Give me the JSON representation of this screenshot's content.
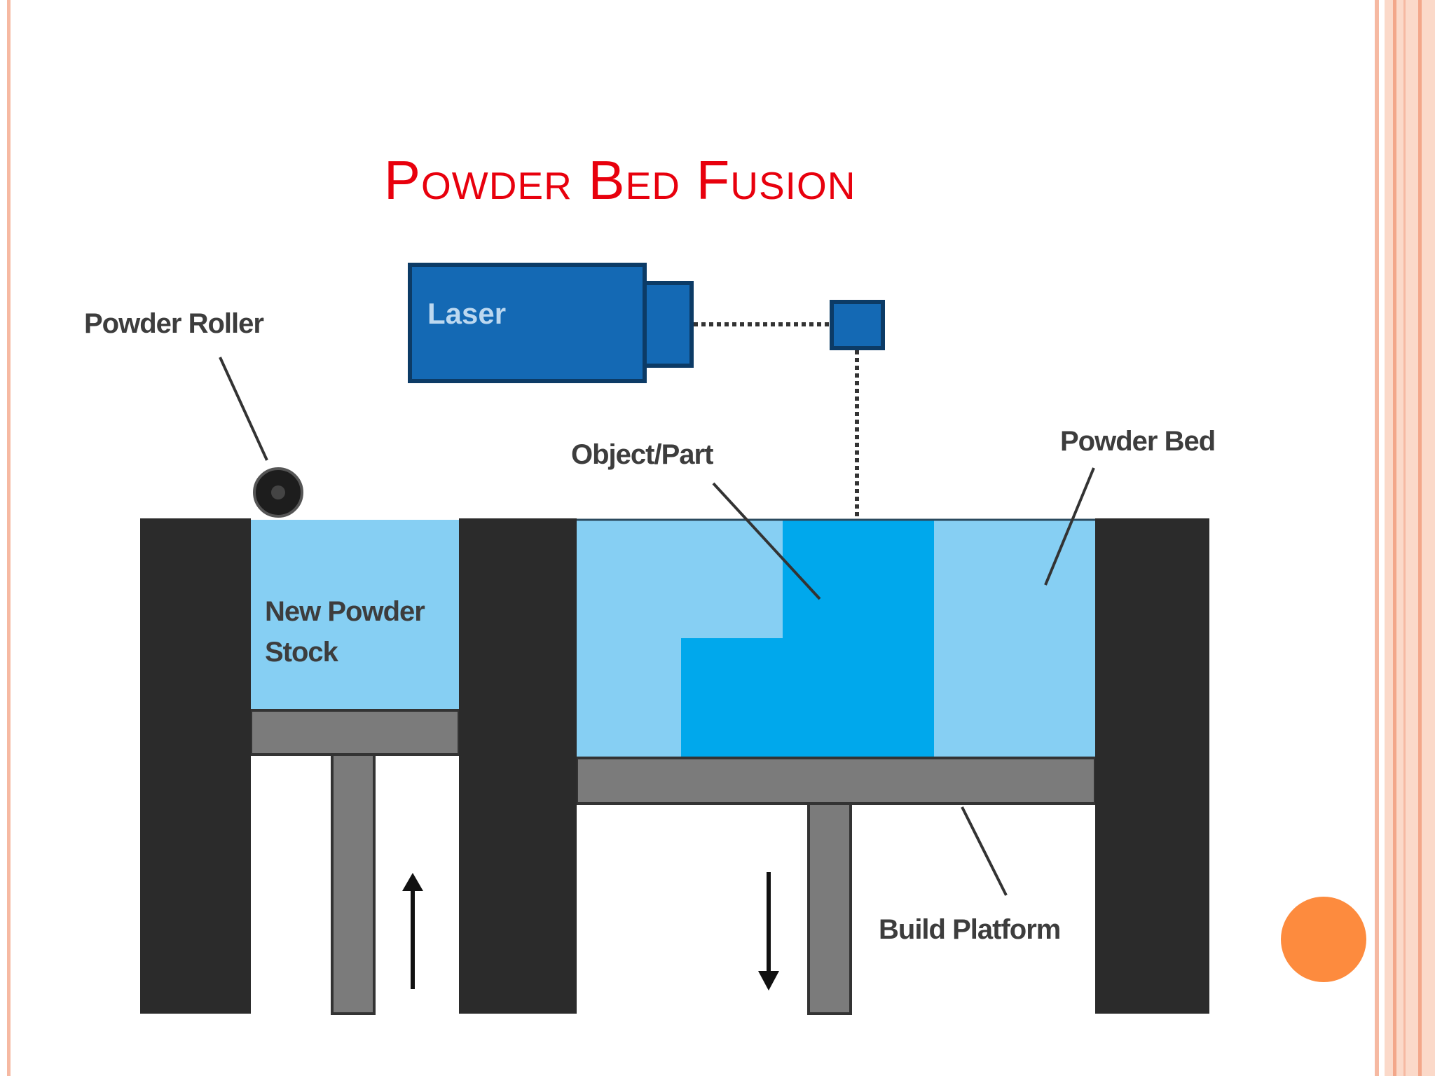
{
  "slide": {
    "title": "Powder Bed Fusion",
    "colors": {
      "title": "#e8000d",
      "frame": "#f6b9a2",
      "accent_dot": "#fd8b3e"
    }
  },
  "diagram": {
    "labels": {
      "laser": "Laser",
      "powder_roller": "Powder Roller",
      "object_part": "Object/Part",
      "powder_bed": "Powder Bed",
      "new_powder_stock_line1": "New Powder",
      "new_powder_stock_line2": "Stock",
      "build_platform": "Build Platform"
    },
    "arrows": {
      "left_piston_direction": "up",
      "right_piston_direction": "down"
    },
    "colors": {
      "walls": "#2b2b2b",
      "powder": "#86cff3",
      "object": "#00a8ec",
      "platform": "#7b7b7b",
      "laser": "#1469b4",
      "roller": "#1d1d1d"
    }
  }
}
